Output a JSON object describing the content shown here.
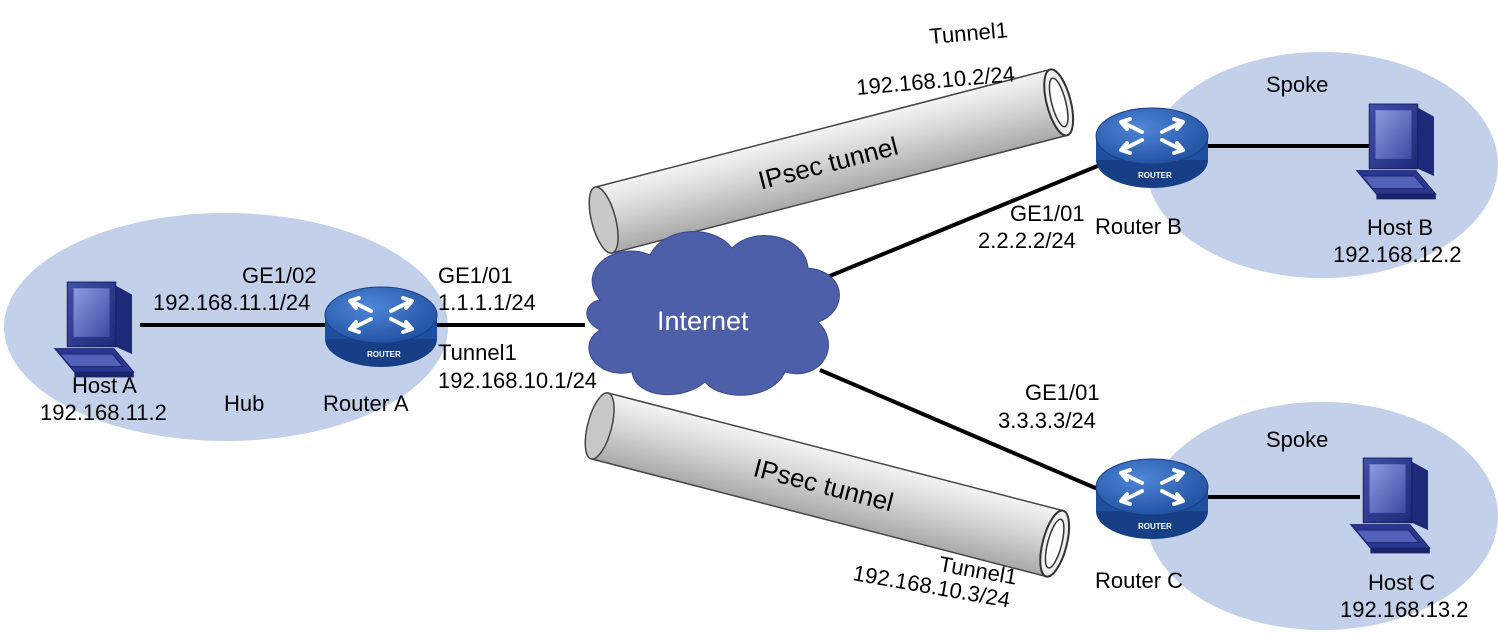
{
  "zones": {
    "hub": {
      "label": "Hub"
    },
    "spoke_b": {
      "label": "Spoke"
    },
    "spoke_c": {
      "label": "Spoke"
    }
  },
  "internet": {
    "label": "Internet"
  },
  "hosts": {
    "a": {
      "name": "Host A",
      "ip": "192.168.11.2"
    },
    "b": {
      "name": "Host B",
      "ip": "192.168.12.2"
    },
    "c": {
      "name": "Host C",
      "ip": "192.168.13.2"
    }
  },
  "routers": {
    "a": {
      "name": "Router A",
      "badge": "ROUTER",
      "lan_if": "GE1/02",
      "lan_ip": "192.168.11.1/24",
      "wan_if": "GE1/01",
      "wan_ip": "1.1.1.1/24",
      "tunnel_if": "Tunnel1",
      "tunnel_ip": "192.168.10.1/24"
    },
    "b": {
      "name": "Router B",
      "badge": "ROUTER",
      "wan_if": "GE1/01",
      "wan_ip": "2.2.2.2/24",
      "tunnel_if": "Tunnel1",
      "tunnel_ip": "192.168.10.2/24"
    },
    "c": {
      "name": "Router C",
      "badge": "ROUTER",
      "wan_if": "GE1/01",
      "wan_ip": "3.3.3.3/24",
      "tunnel_if": "Tunnel1",
      "tunnel_ip": "192.168.10.3/24"
    }
  },
  "tunnels": {
    "upper": {
      "label": "IPsec tunnel"
    },
    "lower": {
      "label": "IPsec tunnel"
    }
  },
  "colors": {
    "zone": "#c3d0ea",
    "cloud": "#4d5fa8",
    "router": "#2a58a8",
    "tunnel": "#d2d2d2",
    "link": "#000000"
  }
}
